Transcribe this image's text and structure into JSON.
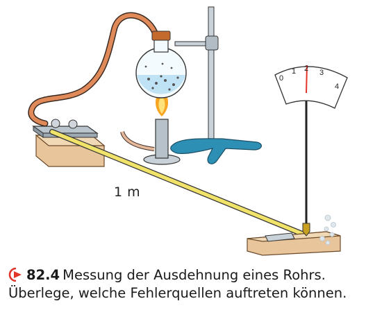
{
  "figure": {
    "dimension_label": "1 m",
    "scale_ticks": [
      "0",
      "1",
      "2",
      "3",
      "4"
    ],
    "caption": {
      "icon": "play-circle-icon",
      "number": "82.4",
      "title": "Messung der Ausdehnung eines Rohrs.",
      "body": "Überlege, welche Fehlerquellen auftreten können."
    },
    "colors": {
      "accent": "#e2342b",
      "rod": "#f1e36a",
      "block": "#e8c59a",
      "stand": "#2e8fb5",
      "water": "#bfe3f5",
      "hose": "#e08a5a"
    }
  }
}
